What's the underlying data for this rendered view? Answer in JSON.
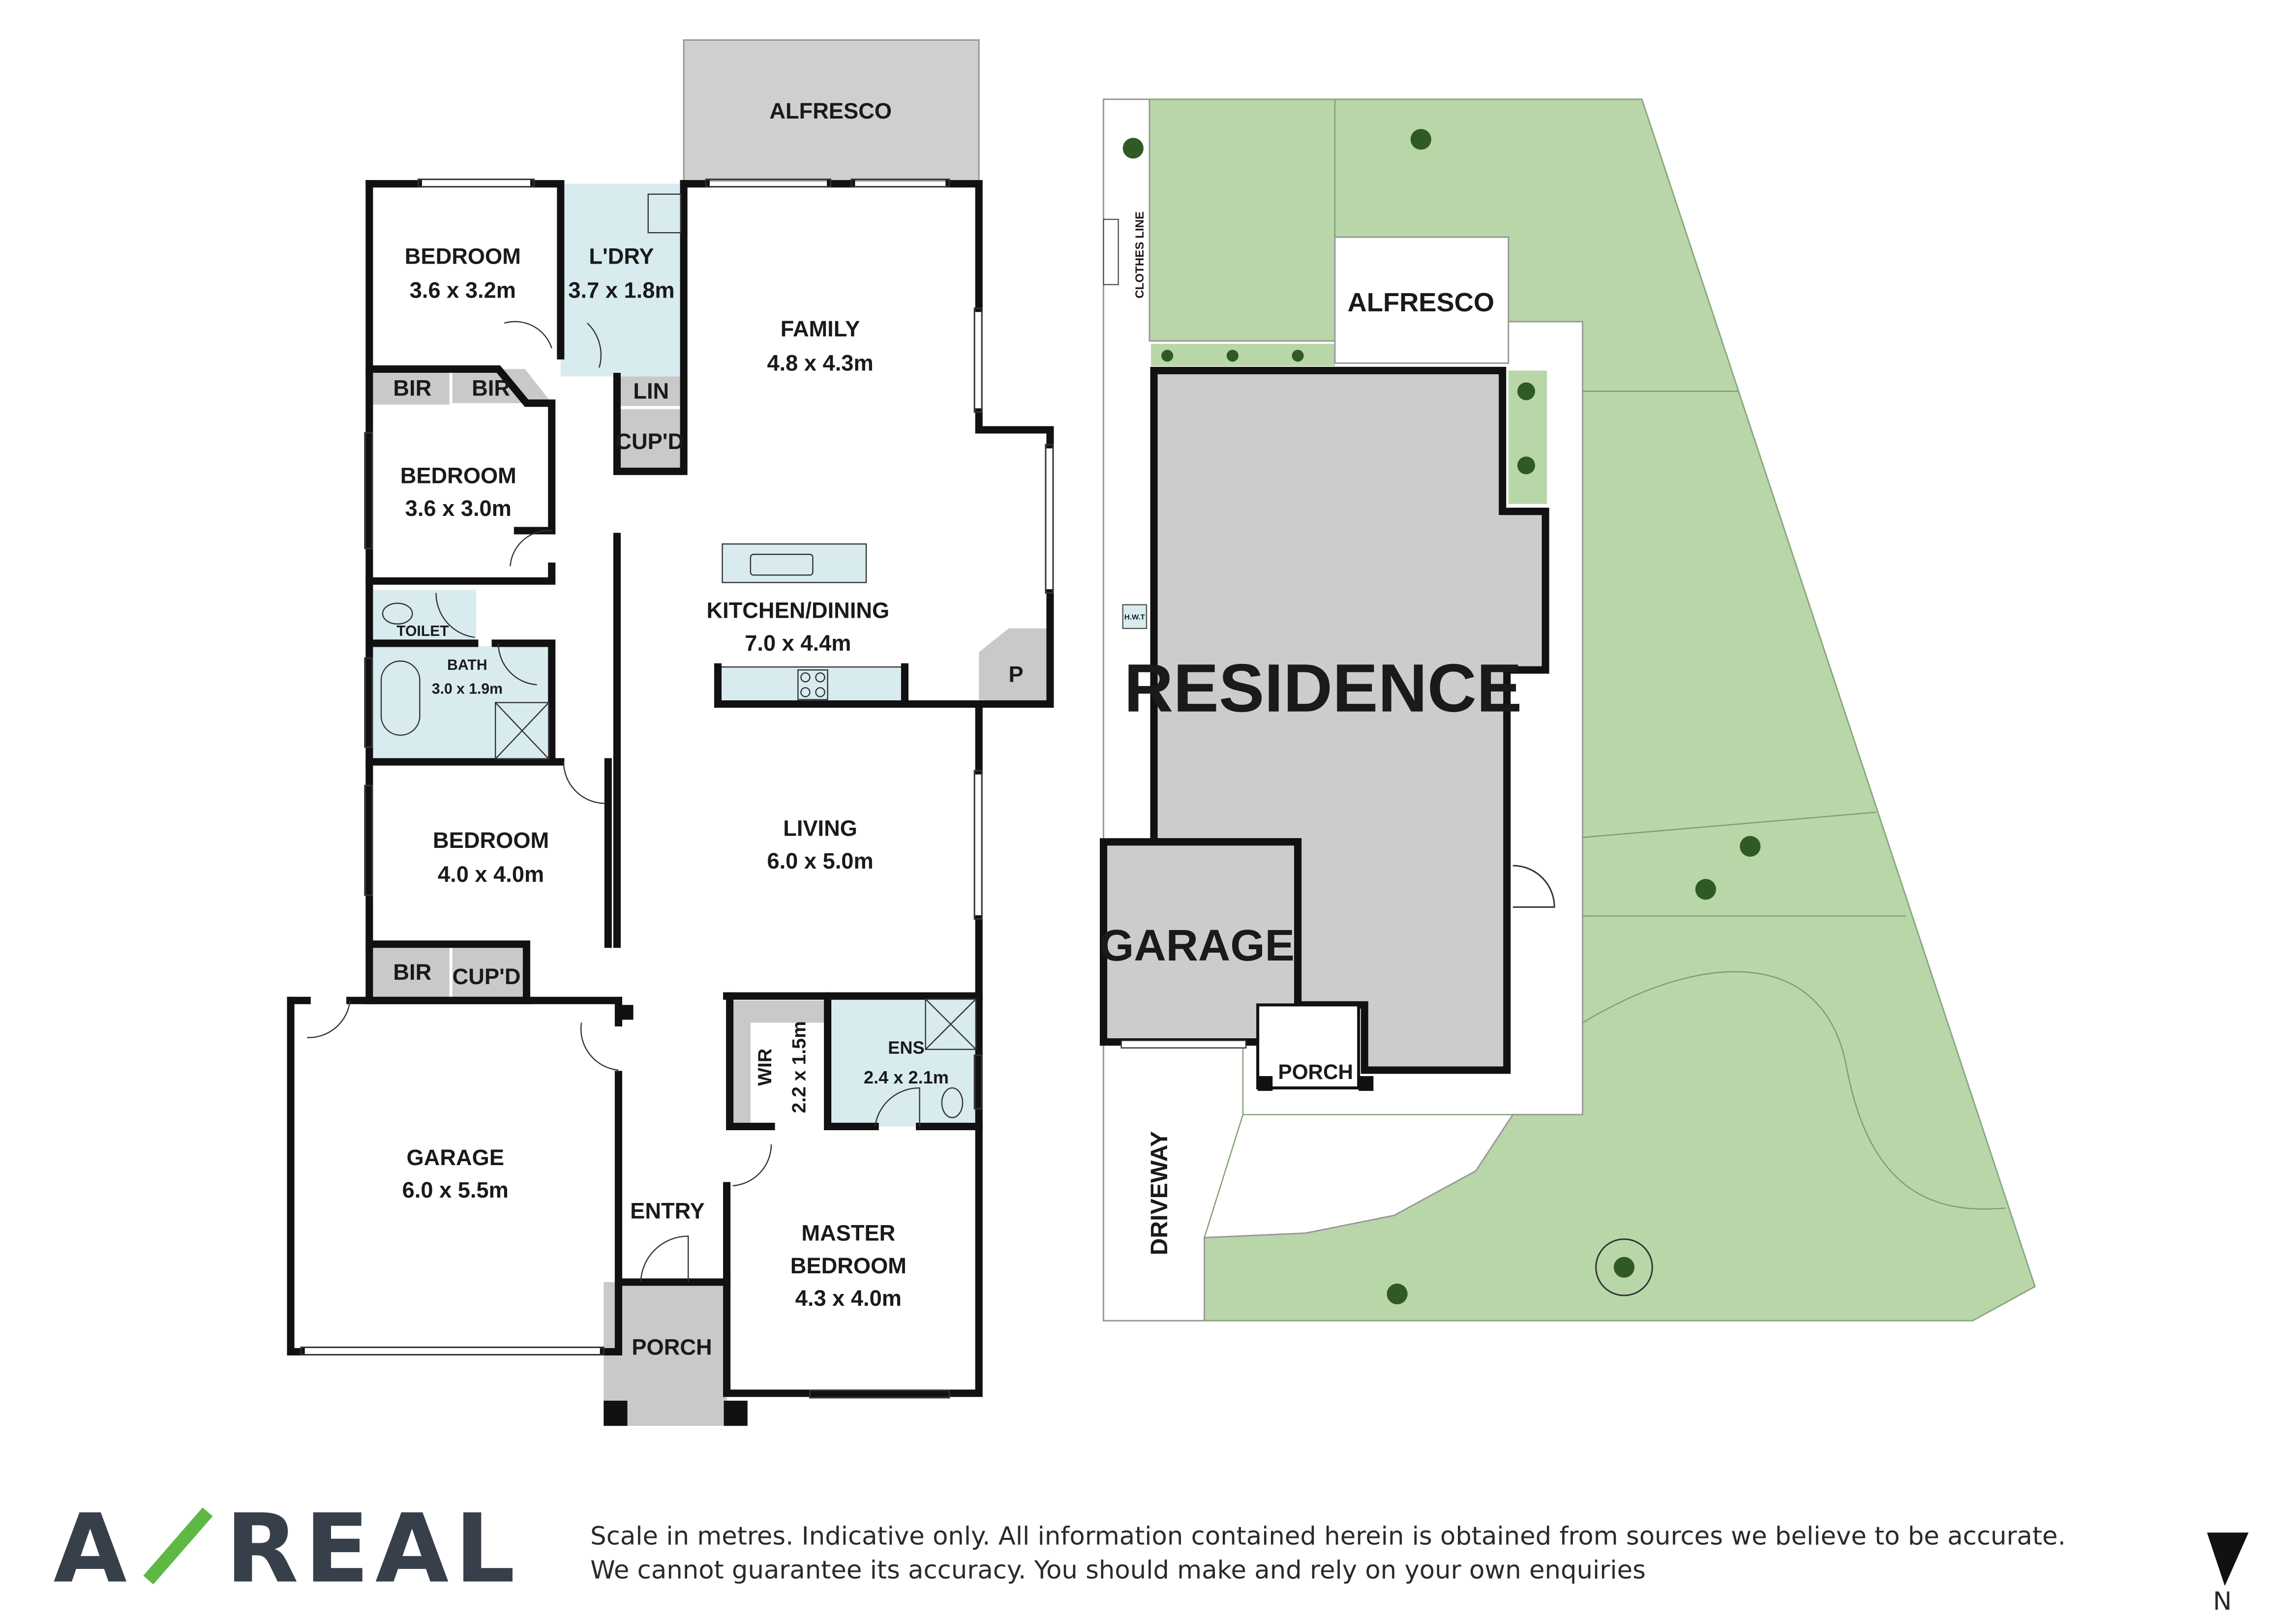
{
  "colors": {
    "wet_area": "#d8ecf0",
    "storage": "#c9c9c9",
    "lawn": "#b9d6a8",
    "wall": "#111111",
    "logo_text": "#37404a",
    "logo_accent": "#5fb843"
  },
  "floor_plan": {
    "alfresco": "ALFRESCO",
    "rooms": [
      {
        "name": "BEDROOM",
        "size": "3.6 x 3.2m"
      },
      {
        "name": "L'DRY",
        "size": "3.7 x 1.8m"
      },
      {
        "name": "FAMILY",
        "size": "4.8 x 4.3m"
      },
      {
        "name": "BEDROOM",
        "size": "3.6 x 3.0m"
      },
      {
        "name": "KITCHEN/DINING",
        "size": "7.0 x 4.4m"
      },
      {
        "name": "BATH",
        "size": "3.0 x 1.9m"
      },
      {
        "name": "BEDROOM",
        "size": "4.0 x 4.0m"
      },
      {
        "name": "LIVING",
        "size": "6.0 x 5.0m"
      },
      {
        "name": "GARAGE",
        "size": "6.0 x 5.5m"
      },
      {
        "name": "WIR",
        "size": "2.2 x 1.5m"
      },
      {
        "name": "ENS",
        "size": "2.4 x 2.1m"
      },
      {
        "name": "MASTER",
        "name2": "BEDROOM",
        "size": "4.3 x 4.0m"
      }
    ],
    "small": {
      "bir": "BIR",
      "lin": "LIN",
      "cupd": "CUP'D",
      "toilet": "TOILET",
      "pantry": "P",
      "entry": "ENTRY",
      "porch": "PORCH"
    }
  },
  "site_plan": {
    "clothes_line": "CLOTHES LINE",
    "alfresco": "ALFRESCO",
    "residence": "RESIDENCE",
    "garage": "GARAGE",
    "porch": "PORCH",
    "driveway": "DRIVEWAY",
    "hwt": "H.W.T"
  },
  "footer": {
    "logo": "A/REAL",
    "disclaimer_line1": "Scale in metres. Indicative only. All information contained herein is obtained from sources we believe to be accurate.",
    "disclaimer_line2": "We cannot guarantee its accuracy. You should make and rely on your own enquiries",
    "north": "N"
  }
}
